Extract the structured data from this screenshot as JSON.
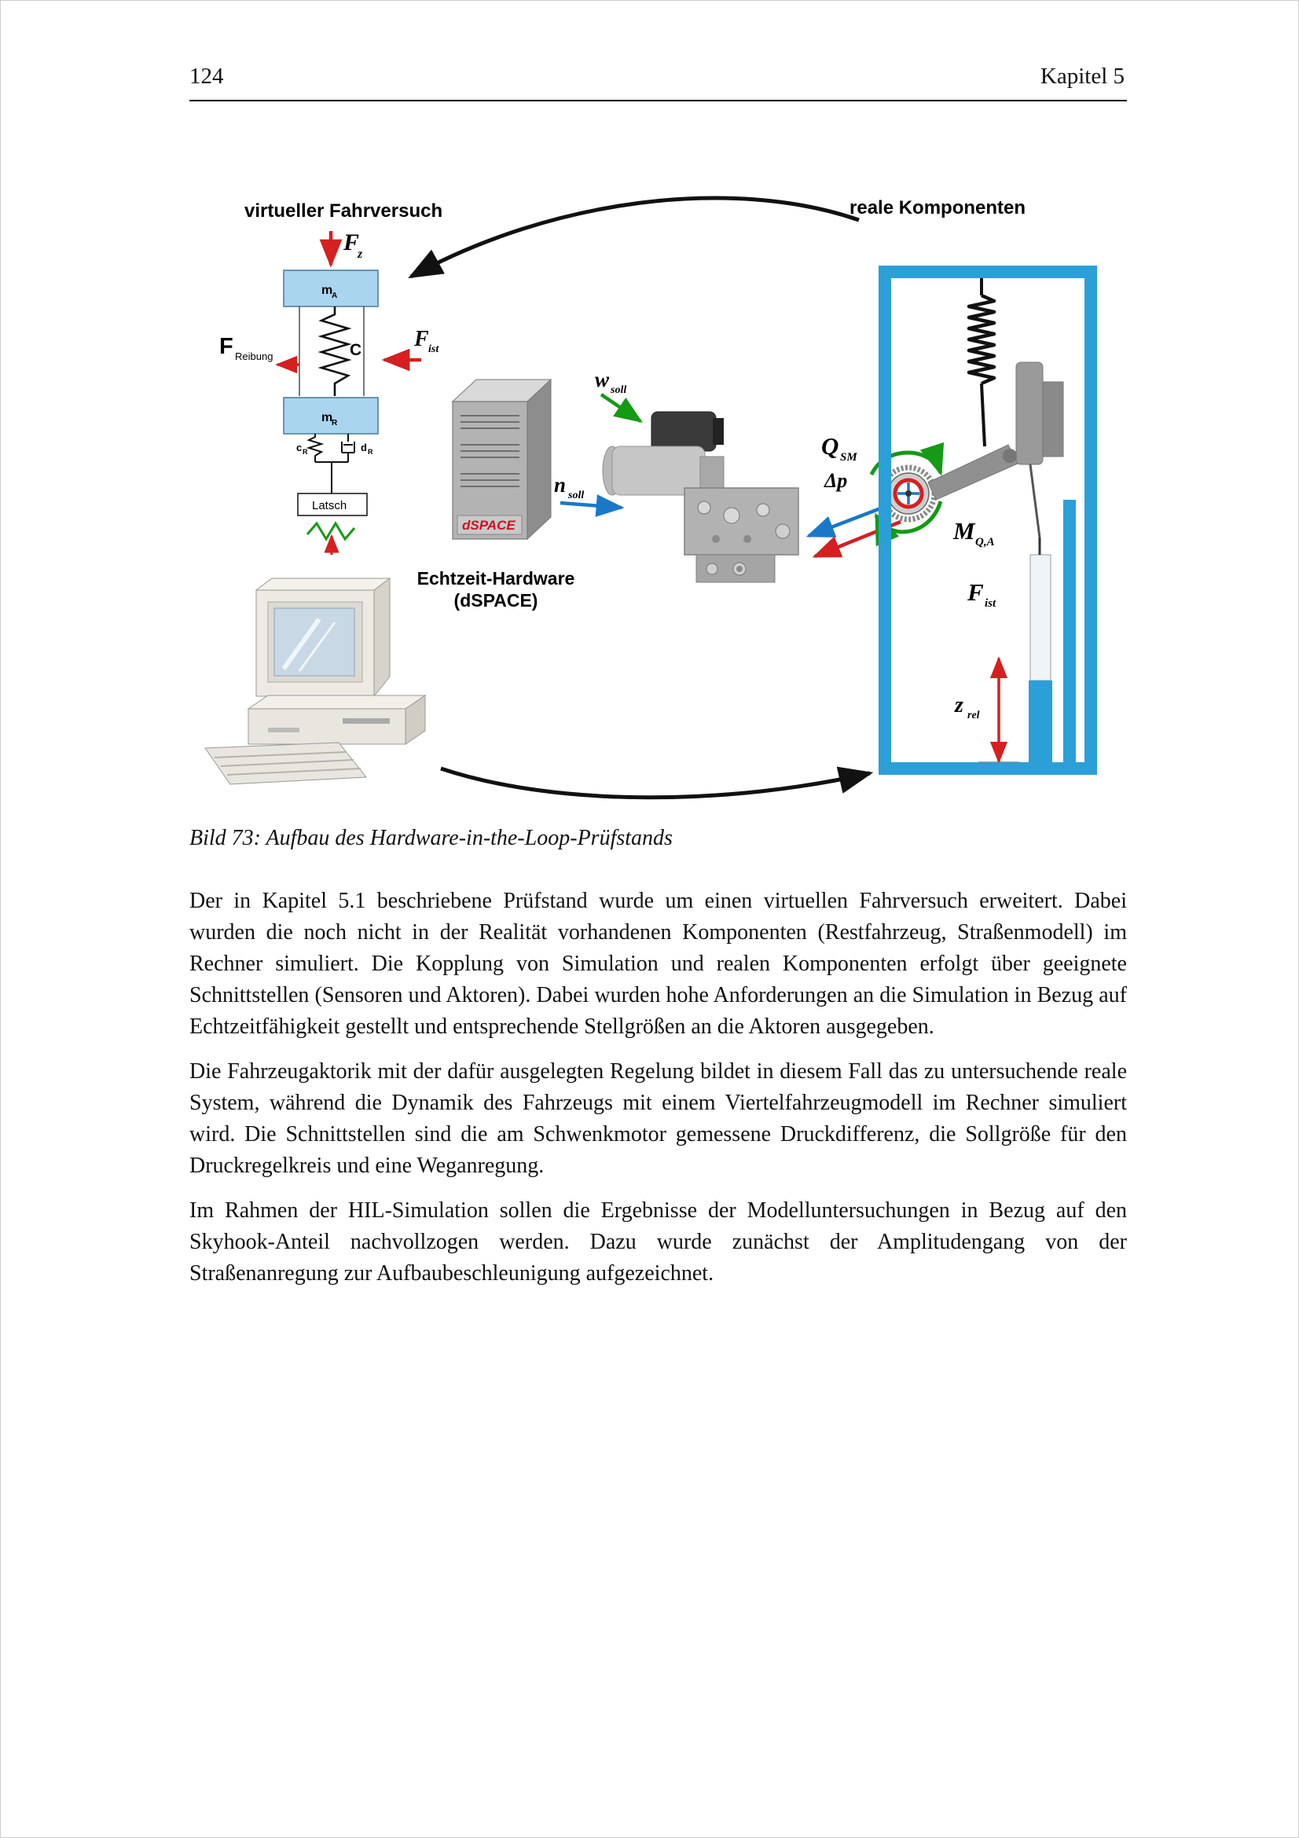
{
  "header": {
    "page_number": "124",
    "chapter": "Kapitel 5"
  },
  "figure": {
    "caption": "Bild 73: Aufbau des Hardware-in-the-Loop-Prüfstands",
    "left_title": "virtueller Fahrversuch",
    "right_title": "reale Komponenten",
    "dspace": {
      "logo": "dSPACE",
      "caption_line1": "Echtzeit-Hardware",
      "caption_line2": "(dSPACE)"
    },
    "labels": {
      "fz": {
        "main": "F",
        "sub": "z"
      },
      "fist_left": {
        "main": "F",
        "sub": "ist"
      },
      "freibung": {
        "main": "F",
        "sub": "Reibung"
      },
      "ma": {
        "main": "m",
        "sub": "A"
      },
      "mr": {
        "main": "m",
        "sub": "R"
      },
      "spring_c": "C",
      "cr": {
        "main": "c",
        "sub": "R"
      },
      "dr": {
        "main": "d",
        "sub": "R"
      },
      "latsch": "Latsch",
      "wsoll": {
        "main": "w",
        "sub": "soll"
      },
      "nsoll": {
        "main": "n",
        "sub": "soll"
      },
      "qsm": {
        "main": "Q",
        "sub": "SM"
      },
      "delta_p": "Δp",
      "mqa": {
        "main": "M",
        "sub": "Q,A"
      },
      "fist_right": {
        "main": "F",
        "sub": "ist"
      },
      "zrel": {
        "main": "z",
        "sub": "rel"
      }
    }
  },
  "paragraphs": [
    "Der in Kapitel 5.1 beschriebene Prüfstand wurde um einen virtuellen Fahrversuch erweitert. Dabei wurden die noch nicht in der Realität vorhandenen Komponenten (Restfahrzeug, Straßenmodell) im Rechner simuliert. Die Kopplung von Simulation und realen Komponenten erfolgt über geeignete Schnittstellen (Sensoren und Aktoren). Dabei wurden hohe Anforderungen an die Simulation in Bezug auf Echtzeitfähigkeit gestellt und entsprechende Stellgrößen an die Aktoren ausgegeben.",
    "Die Fahrzeugaktorik mit der dafür ausgelegten Regelung bildet in diesem Fall das zu untersuchende reale System, während die Dynamik des Fahrzeugs mit einem Viertelfahrzeugmodell im Rechner simuliert wird. Die Schnittstellen sind die am Schwenkmotor gemessene Druckdifferenz, die Sollgröße für den Druckregelkreis und eine Weganregung.",
    "Im Rahmen der HIL-Simulation sollen die Ergebnisse der Modelluntersuchungen in Bezug auf den Skyhook-Anteil nachvollzogen werden. Dazu wurde zunächst der Amplitudengang von der Straßenanregung zur Aufbaubeschleunigung aufgezeichnet."
  ],
  "colors": {
    "rig_blue": "#2B9FD8",
    "mass_box_blue": "#A9D5EE",
    "signal_red": "#D42020",
    "signal_green": "#149A14",
    "signal_blue": "#1A78C8",
    "dspace_red": "#CC1122"
  }
}
